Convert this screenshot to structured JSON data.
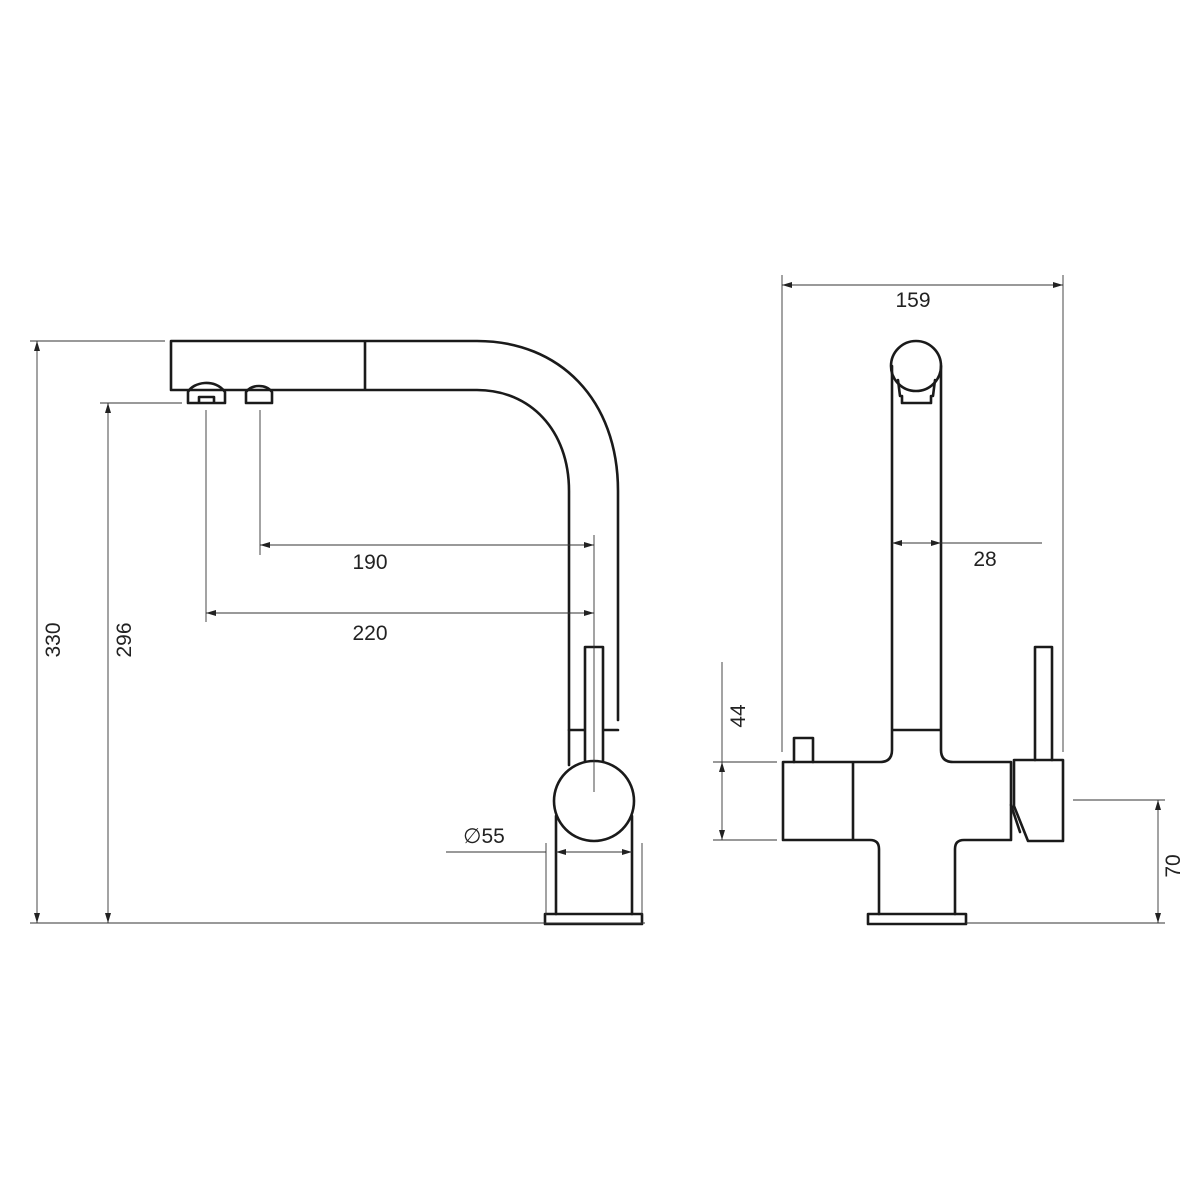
{
  "drawing": {
    "side_view": {
      "dimensions": {
        "total_height": "330",
        "spout_outlet_height": "296",
        "reach_secondary_outlet": "190",
        "reach_main_outlet": "220",
        "body_diameter": "∅55"
      }
    },
    "front_view": {
      "dimensions": {
        "total_width": "159",
        "spout_width": "28",
        "body_height": "44",
        "lever_axis_height": "70"
      }
    },
    "colors": {
      "line": "#1a1a1a",
      "background": "#ffffff"
    }
  }
}
